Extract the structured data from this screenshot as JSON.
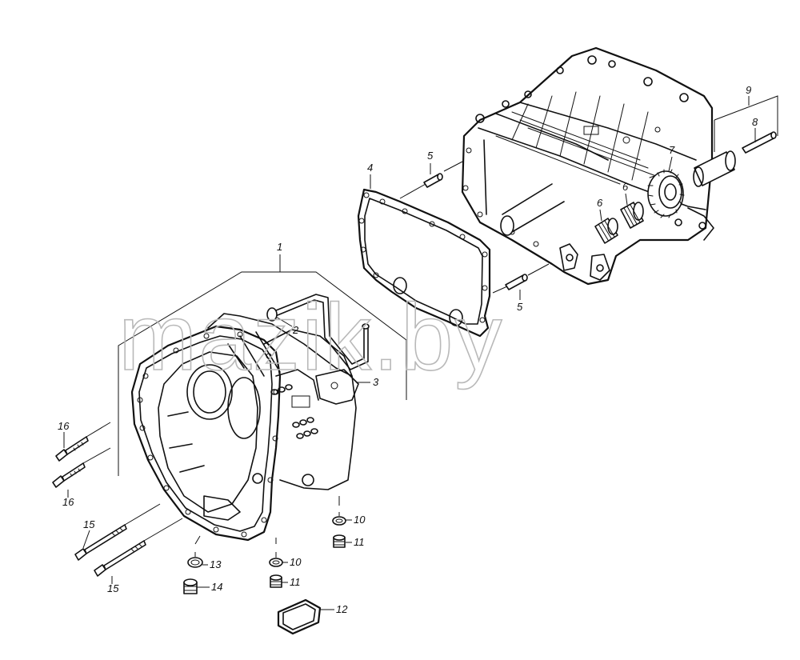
{
  "watermark": "mazik.by",
  "callouts": {
    "c1": "1",
    "c2": "2",
    "c3": "3",
    "c4": "4",
    "c5a": "5",
    "c5b": "5",
    "c6a": "6",
    "c6b": "6",
    "c7": "7",
    "c8": "8",
    "c9": "9",
    "c10a": "10",
    "c10b": "10",
    "c11a": "11",
    "c11b": "11",
    "c12": "12",
    "c13": "13",
    "c14": "14",
    "c15a": "15",
    "c15b": "15",
    "c16a": "16",
    "c16b": "16"
  }
}
